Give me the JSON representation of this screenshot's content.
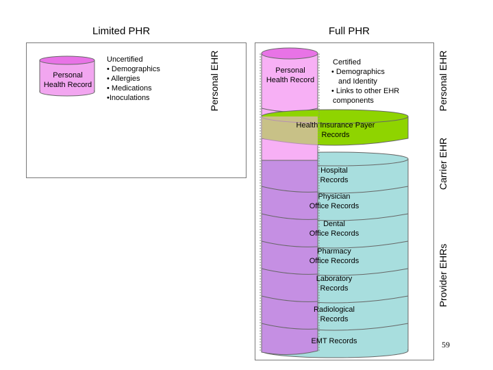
{
  "titles": {
    "limited": "Limited PHR",
    "full": "Full PHR"
  },
  "limited": {
    "cylinder_label": [
      "Personal",
      "Health Record"
    ],
    "items": [
      "Uncertified",
      "• Demographics",
      "• Allergies",
      "• Medications",
      "•Inoculations"
    ]
  },
  "full": {
    "cylinder_label": [
      "Personal",
      "Health Record"
    ],
    "items": [
      "Certified",
      "• Demographics",
      "and Identity",
      "• Links to other EHR",
      "components"
    ],
    "payer": [
      "Health Insurance Payer",
      "Records"
    ],
    "hospital": [
      "Hospital",
      "Records"
    ],
    "physician": [
      "Physician",
      "Office Records"
    ],
    "dental": [
      "Dental",
      "Office Records"
    ],
    "pharmacy": [
      "Pharmacy",
      "Office Records"
    ],
    "laboratory": [
      "Laboratory",
      "Records"
    ],
    "radiological": [
      "Radiological",
      "Records"
    ],
    "emt": "EMT Records"
  },
  "side_labels": {
    "personal_ehr_left": "Personal EHR",
    "personal_ehr_right": "Personal EHR",
    "carrier_ehr": "Carrier EHR",
    "provider_ehrs": "Provider EHRs"
  },
  "page_number": "59",
  "colors": {
    "phr_pink": "#f7b0f5",
    "phr_magenta": "#e873e6",
    "payer_green": "#8fd400",
    "provider_teal": "#a8dede",
    "provider_purple": "#c58fe3"
  }
}
